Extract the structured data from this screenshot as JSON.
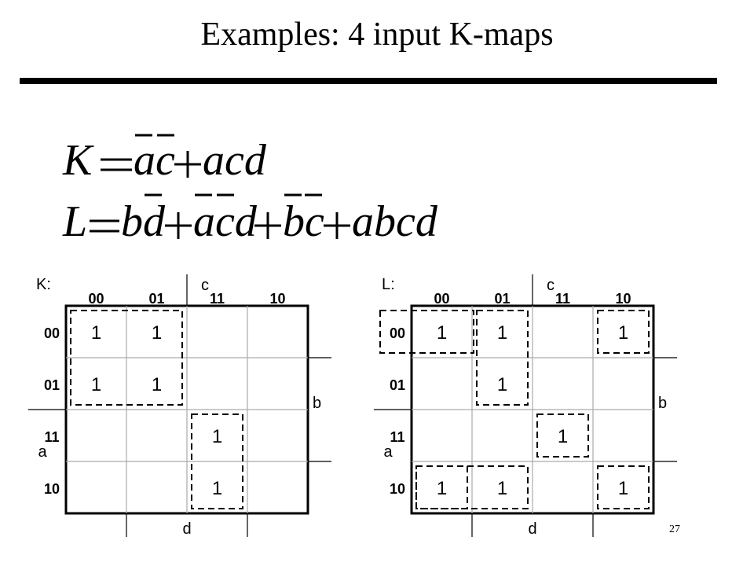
{
  "slide": {
    "title": "Examples: 4 input K-maps",
    "page_number": "27"
  },
  "equations": {
    "k": {
      "lhs": "K",
      "terms": [
        "ac",
        "acd"
      ]
    },
    "l": {
      "lhs": "L",
      "terms": [
        "bd",
        "acd",
        "bc",
        "abcd"
      ]
    }
  },
  "kmaps": [
    {
      "label": "K:",
      "col_headers": [
        "00",
        "01",
        "11",
        "10"
      ],
      "row_headers": [
        "00",
        "01",
        "11",
        "10"
      ],
      "var_c": "c",
      "var_b": "b",
      "var_a": "a",
      "var_d": "d",
      "cells": [
        [
          "1",
          "1",
          "",
          ""
        ],
        [
          "1",
          "1",
          "",
          ""
        ],
        [
          "",
          "",
          "1",
          ""
        ],
        [
          "",
          "",
          "1",
          ""
        ]
      ],
      "groups": [
        {
          "r0": 0,
          "c0": 0,
          "r1": 1,
          "c1": 1
        },
        {
          "r0": 2,
          "c0": 2,
          "r1": 3,
          "c1": 2
        }
      ]
    },
    {
      "label": "L:",
      "col_headers": [
        "00",
        "01",
        "11",
        "10"
      ],
      "row_headers": [
        "00",
        "01",
        "11",
        "10"
      ],
      "var_c": "c",
      "var_b": "b",
      "var_a": "a",
      "var_d": "d",
      "cells": [
        [
          "1",
          "1",
          "",
          "1"
        ],
        [
          "",
          "1",
          "",
          ""
        ],
        [
          "",
          "",
          "1",
          ""
        ],
        [
          "1",
          "1",
          "",
          "1"
        ]
      ],
      "groups": [
        {
          "r0": 0,
          "c0": 0,
          "r1": 0,
          "c1": 0,
          "wrap": "left"
        },
        {
          "r0": 0,
          "c0": 3,
          "r1": 0,
          "c1": 3
        },
        {
          "r0": 0,
          "c0": 1,
          "r1": 1,
          "c1": 1
        },
        {
          "r0": 2,
          "c0": 2,
          "r1": 2,
          "c1": 2
        },
        {
          "r0": 3,
          "c0": 0,
          "r1": 3,
          "c1": 0
        },
        {
          "r0": 3,
          "c0": 0,
          "r1": 3,
          "c1": 1
        },
        {
          "r0": 3,
          "c0": 3,
          "r1": 3,
          "c1": 3
        }
      ]
    }
  ]
}
